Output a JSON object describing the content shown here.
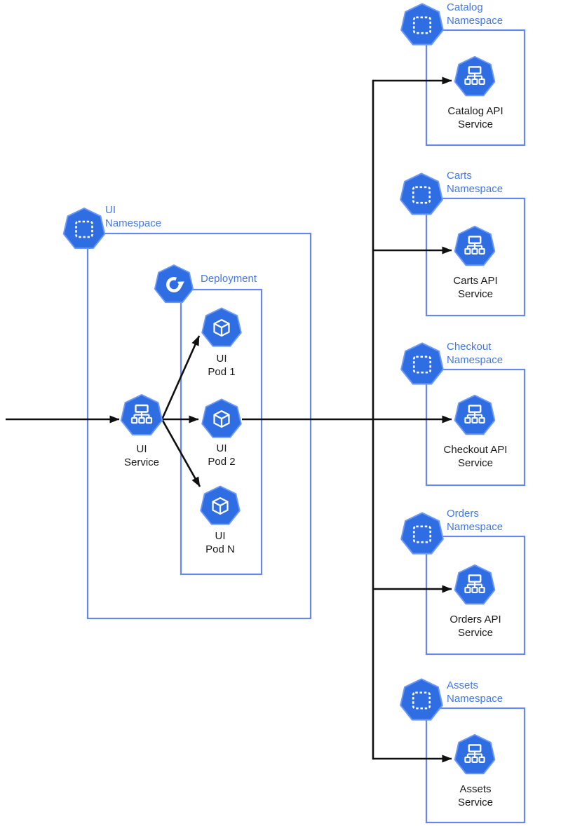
{
  "colors": {
    "kubernetes_icon_blue": "#2F6DE3",
    "icon_rim_blue": "#6B97F7",
    "box_border_blue": "#6688EE",
    "label_blue": "#4377E8",
    "connector_black": "#0F0F0F",
    "label_black": "#1A1A1A",
    "background": "#FFFFFF"
  },
  "icons": {
    "namespace_icon": "heptagon-dashed-square",
    "deployment_icon": "heptagon-rotating-arrow",
    "pod_icon": "heptagon-cube",
    "service_icon": "heptagon-network-tree"
  },
  "ui_namespace": {
    "label": "UI\nNamespace",
    "deployment": {
      "label": "Deployment"
    },
    "service": {
      "label": "UI\nService"
    },
    "pods": [
      {
        "label": "UI\nPod 1"
      },
      {
        "label": "UI\nPod 2"
      },
      {
        "label": "UI\nPod N"
      }
    ]
  },
  "api_namespaces": [
    {
      "label": "Catalog\nNamespace",
      "service": "Catalog API\nService"
    },
    {
      "label": "Carts\nNamespace",
      "service": "Carts API\nService"
    },
    {
      "label": "Checkout\nNamespace",
      "service": "Checkout API\nService"
    },
    {
      "label": "Orders\nNamespace",
      "service": "Orders API\nService"
    },
    {
      "label": "Assets\nNamespace",
      "service": "Assets\nService"
    }
  ]
}
